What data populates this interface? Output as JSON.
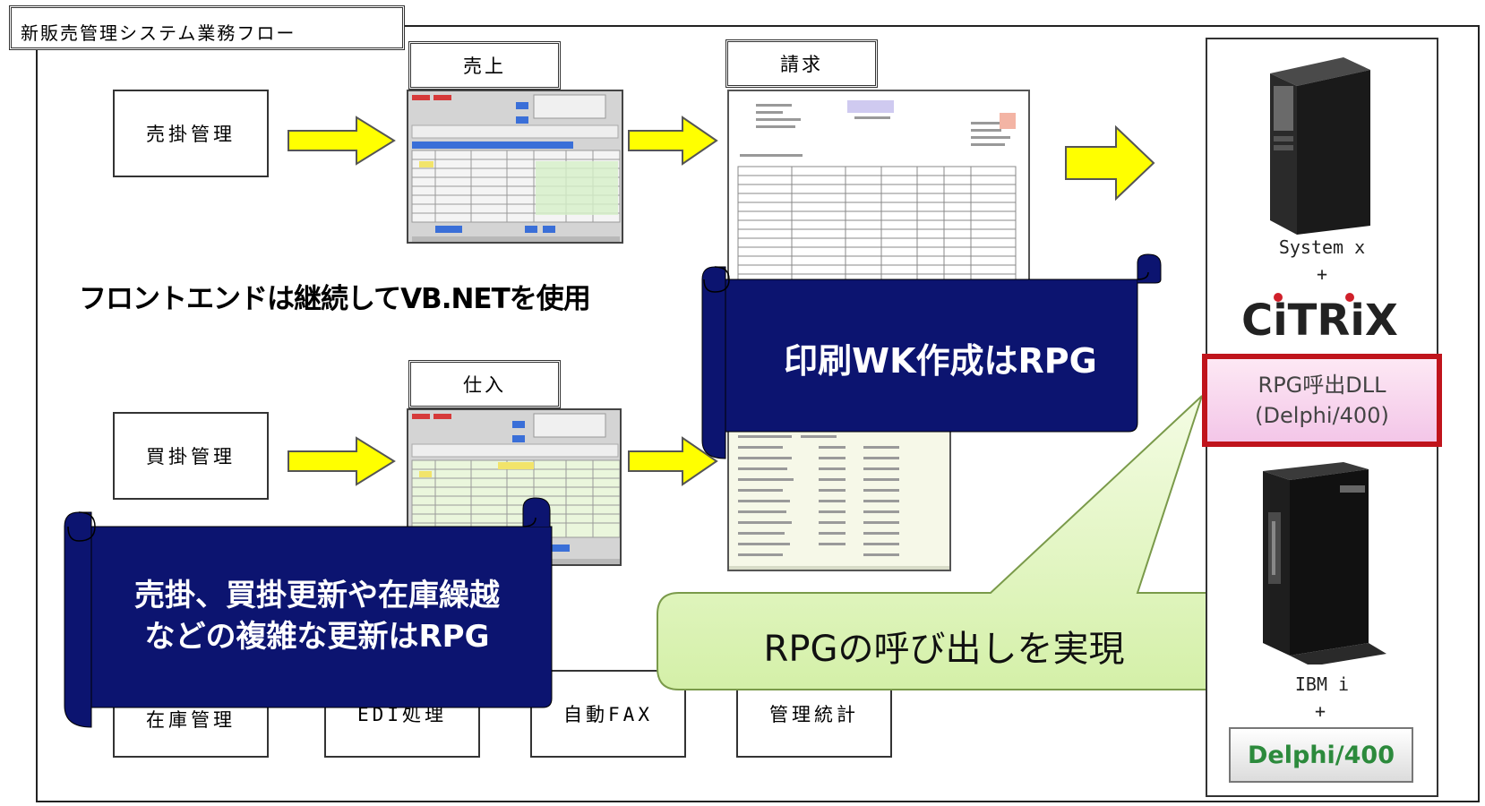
{
  "title": "新販売管理システム業務フロー",
  "flow_top": {
    "source": "売掛管理",
    "step1": "売上",
    "step2": "請求"
  },
  "flow_bottom": {
    "source": "買掛管理",
    "step1": "仕入"
  },
  "heading": "フロントエンドは継続してVB.NETを使用",
  "banner_print": "印刷WK作成はRPG",
  "banner_update": {
    "line1": "売掛、買掛更新や在庫繰越",
    "line2": "などの複雑な更新はRPG"
  },
  "modules": [
    "在庫管理",
    "EDI処理",
    "自動FAX",
    "管理統計"
  ],
  "callout": "RPGの呼び出しを実現",
  "server": {
    "system_x": "System x",
    "plus": "+",
    "citrix": "CiTRiX",
    "dll_line1": "RPG呼出DLL",
    "dll_line2": "(Delphi/400)",
    "ibm_i": "IBM i",
    "delphi": "Delphi/400"
  },
  "colors": {
    "banner_navy": "#0c1470",
    "arrow_yellow": "#ffff00",
    "callout_green": "#e2f6bf",
    "dll_border": "#c0141c",
    "delphi_green": "#2c8a3c"
  },
  "icons": [
    "right-arrow-icon",
    "scroll-banner-icon",
    "server-tower-icon",
    "citrix-logo-icon"
  ]
}
